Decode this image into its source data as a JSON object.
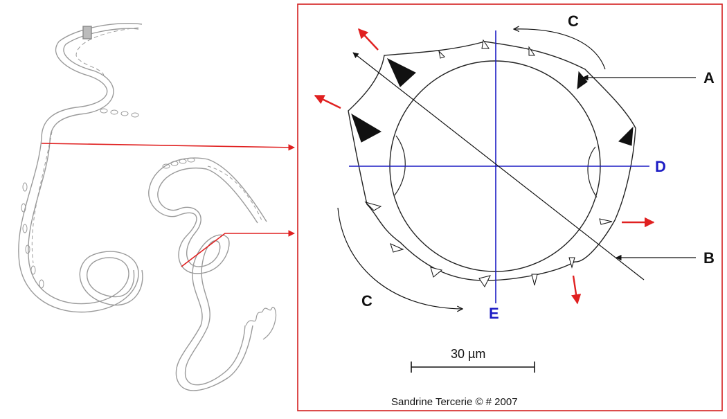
{
  "labels": {
    "A": "A",
    "B": "B",
    "C_top": "C",
    "C_bottom": "C",
    "D": "D",
    "E": "E"
  },
  "scale_bar": {
    "text": "30 µm"
  },
  "credit": "Sandrine Tercerie © # 2007",
  "colors": {
    "frame": "#d42020",
    "axis": "#1c1cc4",
    "red_arrow": "#e02020",
    "outline": "#222222",
    "worm_outline": "#9a9a9a"
  },
  "icons": {
    "spine": "triangle-spine-icon",
    "red_arrow": "red-arrow-icon"
  }
}
